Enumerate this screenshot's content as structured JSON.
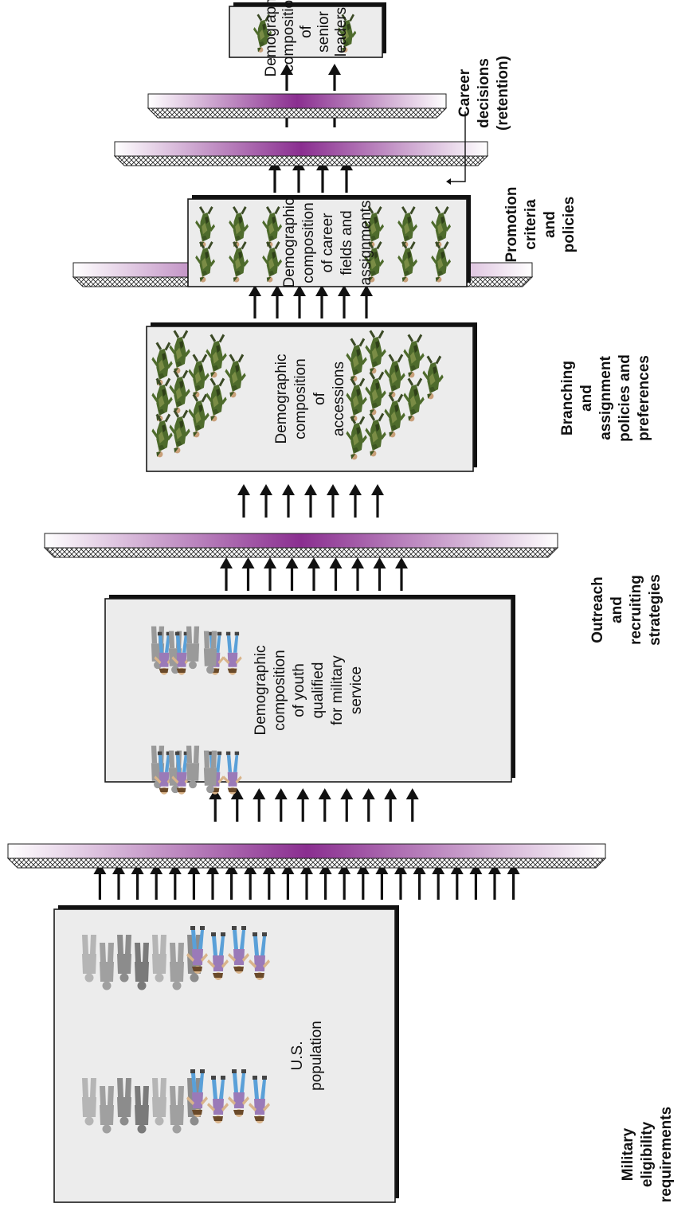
{
  "stages": [
    {
      "id": "us-population",
      "lines": [
        "U.S.",
        "population"
      ]
    },
    {
      "id": "youth-qualified",
      "lines": [
        "Demographic",
        "composition",
        "of youth",
        "qualified",
        "for military",
        "service"
      ]
    },
    {
      "id": "accessions",
      "lines": [
        "Demographic",
        "composition",
        "of",
        "accessions"
      ]
    },
    {
      "id": "career-fields",
      "lines": [
        "Demographic",
        "composition",
        "of career",
        "fields and",
        "assignments"
      ]
    },
    {
      "id": "senior-leaders",
      "lines": [
        "Demographic",
        "composition",
        "of",
        "senior",
        "leaders"
      ]
    }
  ],
  "filters": [
    {
      "id": "military-eligibility",
      "lines": [
        "Military",
        "eligibility",
        "requirements"
      ]
    },
    {
      "id": "outreach-recruiting",
      "lines": [
        "Outreach",
        "and",
        "recruiting",
        "strategies"
      ]
    },
    {
      "id": "branching-assignment",
      "lines": [
        "Branching",
        "and",
        "assignment",
        "policies and",
        "preferences"
      ]
    },
    {
      "id": "promotion-criteria",
      "lines": [
        "Promotion",
        "criteria",
        "and",
        "policies"
      ]
    },
    {
      "id": "career-decisions",
      "lines": [
        "Career",
        "decisions",
        "(retention)"
      ]
    }
  ],
  "colors": {
    "filter_center": "#8a2e90",
    "filter_edge": "#ffffff",
    "box_fill": "#ececec",
    "uniform_green": "#4e6b2c",
    "civilian_purple": "#9a7ab8",
    "civilian_blue": "#5aa0d8",
    "crowd_gray": "#8c8c8c"
  },
  "icons": {
    "soldier": "soldier-icon",
    "civilian": "civilian-icon",
    "crowd": "crowd-silhouette-icon"
  }
}
